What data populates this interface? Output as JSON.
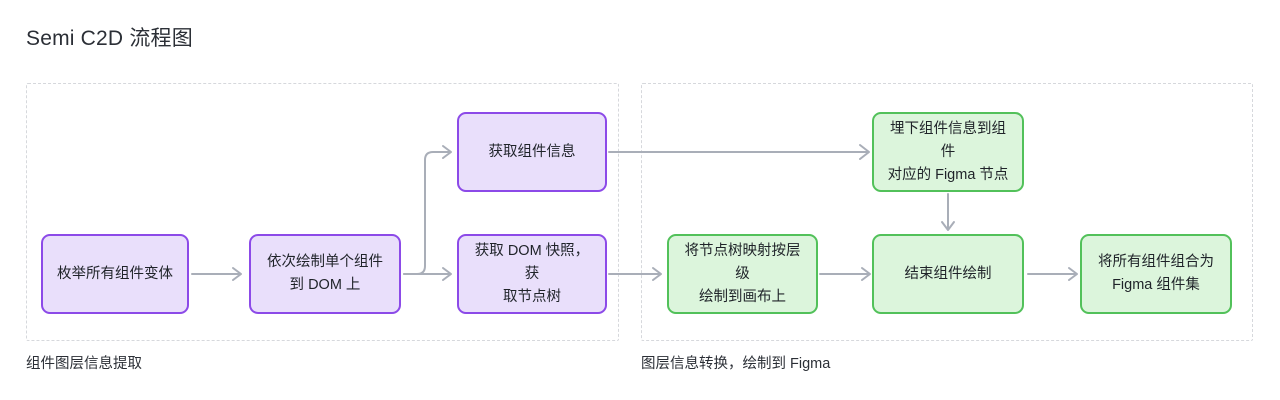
{
  "page": {
    "title": "Semi C2D 流程图",
    "background_color": "#ffffff"
  },
  "theme": {
    "purple_fill": "#e9dffb",
    "purple_border": "#8c4ae8",
    "green_fill": "#dcf5dc",
    "green_border": "#52c15a",
    "edge_color": "#a9aeb8",
    "group_border_color": "#d6d8dc",
    "text_color": "#1f2329"
  },
  "groups": [
    {
      "id": "group-extract",
      "label": "组件图层信息提取"
    },
    {
      "id": "group-convert",
      "label": "图层信息转换，绘制到 Figma"
    }
  ],
  "nodes": [
    {
      "id": "node-enumerate-variants",
      "label": "枚举所有组件变体",
      "color": "purple"
    },
    {
      "id": "node-render-to-dom",
      "label": "依次绘制单个组件\n到 DOM 上",
      "color": "purple"
    },
    {
      "id": "node-get-component-info",
      "label": "获取组件信息",
      "color": "purple"
    },
    {
      "id": "node-get-dom-snapshot",
      "label": "获取 DOM 快照，获\n取节点树",
      "color": "purple"
    },
    {
      "id": "node-embed-info-figma",
      "label": "埋下组件信息到组件\n对应的 Figma 节点",
      "color": "green"
    },
    {
      "id": "node-map-node-tree",
      "label": "将节点树映射按层级\n绘制到画布上",
      "color": "green"
    },
    {
      "id": "node-finish-drawing",
      "label": "结束组件绘制",
      "color": "green"
    },
    {
      "id": "node-combine-component-set",
      "label": "将所有组件组合为\nFigma 组件集",
      "color": "green"
    }
  ]
}
